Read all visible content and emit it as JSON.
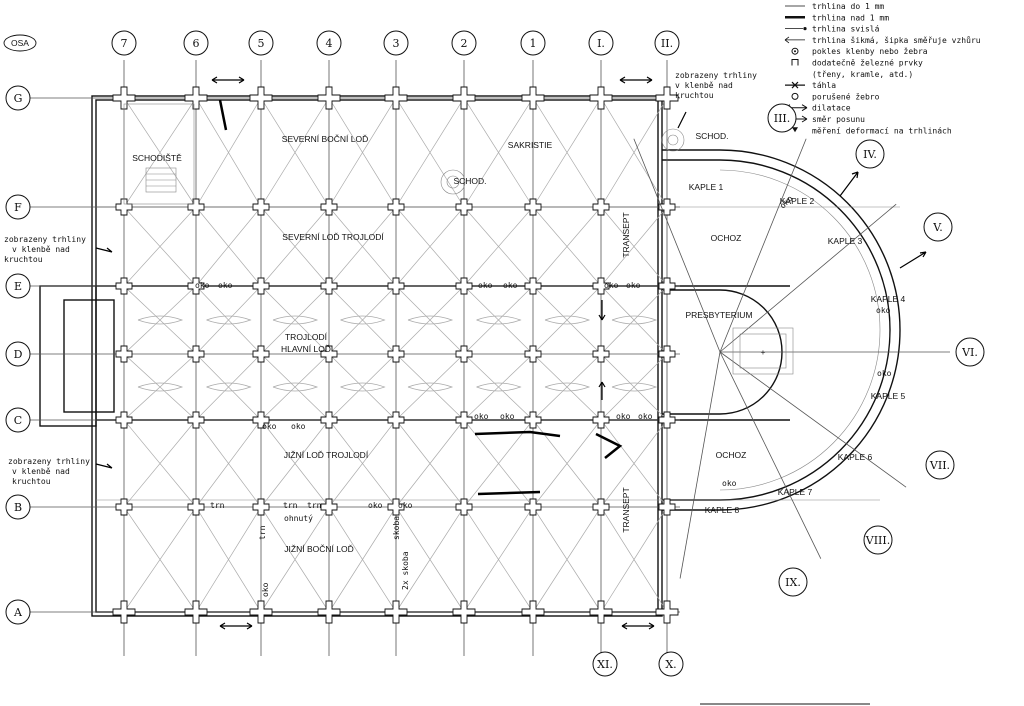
{
  "osa": "OSA",
  "legend": [
    {
      "symbol": "thin-line",
      "text": "trhlina do 1 mm"
    },
    {
      "symbol": "thick-line",
      "text": "trhlina nad 1 mm"
    },
    {
      "symbol": "dot-line",
      "text": "trhlina svislá"
    },
    {
      "symbol": "arrow-line",
      "text": "trhlina šikmá, šipka směřuje vzhůru"
    },
    {
      "symbol": "circle-dot",
      "text": "pokles klenby nebo žebra"
    },
    {
      "symbol": "bracket",
      "text": "dodatečně železné prvky"
    },
    {
      "symbol": "none",
      "text": "(třeny, kramle, atd.)"
    },
    {
      "symbol": "cross-bar",
      "text": "táhla"
    },
    {
      "symbol": "small-circle",
      "text": "porušené žebro"
    },
    {
      "symbol": "double-arrow",
      "text": "dilatace"
    },
    {
      "symbol": "single-arrow",
      "text": "směr posunu"
    },
    {
      "symbol": "triangle",
      "text": "měření deformací na trhlinách"
    }
  ],
  "column_axes": [
    "7",
    "6",
    "5",
    "4",
    "3",
    "2",
    "1",
    "I.",
    "II."
  ],
  "bottom_axes": [
    "XI.",
    "X."
  ],
  "row_axes": [
    "G",
    "F",
    "E",
    "D",
    "C",
    "B",
    "A"
  ],
  "radial_axes": [
    "III.",
    "IV.",
    "V.",
    "VI.",
    "VII.",
    "VIII.",
    "IX."
  ],
  "rooms": [
    {
      "id": "schodiste",
      "text": "SCHODIŠTĚ"
    },
    {
      "id": "severni-bocni-lod",
      "text": "SEVERNÍ BOČNÍ LOĎ"
    },
    {
      "id": "sakristie",
      "text": "SAKRISTIE"
    },
    {
      "id": "schod-1",
      "text": "SCHOD."
    },
    {
      "id": "schod-2",
      "text": "SCHOD."
    },
    {
      "id": "severni-lod-trojlodi",
      "text": "SEVERNÍ LOĎ TROJLODÍ"
    },
    {
      "id": "transept-north",
      "text": "TRANSEPT"
    },
    {
      "id": "kaple-1",
      "text": "KAPLE 1"
    },
    {
      "id": "kaple-2",
      "text": "KAPLE 2"
    },
    {
      "id": "kaple-3",
      "text": "KAPLE 3"
    },
    {
      "id": "kaple-4",
      "text": "KAPLE 4"
    },
    {
      "id": "kaple-5",
      "text": "KAPLE 5"
    },
    {
      "id": "kaple-6",
      "text": "KAPLE 6"
    },
    {
      "id": "kaple-7",
      "text": "KAPLE 7"
    },
    {
      "id": "kaple-8",
      "text": "KAPLE 8"
    },
    {
      "id": "ochoz-north",
      "text": "OCHOZ"
    },
    {
      "id": "ochoz-south",
      "text": "OCHOZ"
    },
    {
      "id": "presbyterium",
      "text": "PRESBYTERIUM"
    },
    {
      "id": "trojlodi-1",
      "text": "TROJLODÍ"
    },
    {
      "id": "trojlodi-2",
      "text": "HLAVNÍ LOĎ"
    },
    {
      "id": "jizni-lod-trojlodi",
      "text": "JIŽNÍ LOĎ TROJLODÍ"
    },
    {
      "id": "jizni-bocni-lod",
      "text": "JIŽNÍ BOČNÍ LOĎ"
    },
    {
      "id": "transept-south",
      "text": "TRANSEPT"
    }
  ],
  "notes": [
    {
      "id": "note-kruchta-nw-1",
      "text": "zobrazeny trhliny"
    },
    {
      "id": "note-kruchta-nw-2",
      "text": "v klenbě nad"
    },
    {
      "id": "note-kruchta-nw-3",
      "text": "kruchtou"
    },
    {
      "id": "note-kruchta-sw-1",
      "text": "zobrazeny trhliny"
    },
    {
      "id": "note-kruchta-sw-2",
      "text": "v klenbě nad"
    },
    {
      "id": "note-kruchta-sw-3",
      "text": "kruchtou"
    },
    {
      "id": "note-kruchta-ne-1",
      "text": "zobrazeny trhliny"
    },
    {
      "id": "note-kruchta-ne-2",
      "text": "v klenbě nad"
    },
    {
      "id": "note-kruchta-ne-3",
      "text": "kruchtou"
    },
    {
      "id": "oko-1",
      "text": "oko"
    },
    {
      "id": "oko-2",
      "text": "oko"
    },
    {
      "id": "oko-3",
      "text": "oko"
    },
    {
      "id": "oko-4",
      "text": "oko"
    },
    {
      "id": "oko-5",
      "text": "oko"
    },
    {
      "id": "oko-6",
      "text": "oko"
    },
    {
      "id": "oko-7",
      "text": "oko"
    },
    {
      "id": "oko-8",
      "text": "oko"
    },
    {
      "id": "oko-9",
      "text": "oko"
    },
    {
      "id": "oko-10",
      "text": "oko"
    },
    {
      "id": "oko-11",
      "text": "oko"
    },
    {
      "id": "oko-12",
      "text": "oko"
    },
    {
      "id": "oko-13",
      "text": "oko"
    },
    {
      "id": "oko-14",
      "text": "oko"
    },
    {
      "id": "oko-15",
      "text": "oko"
    },
    {
      "id": "oko-16",
      "text": "oko"
    },
    {
      "id": "trn-1",
      "text": "trn"
    },
    {
      "id": "trn-2",
      "text": "trn"
    },
    {
      "id": "trn-3",
      "text": "trn"
    },
    {
      "id": "trn-4",
      "text": "trn"
    },
    {
      "id": "ohnuty",
      "text": "ohnutý"
    },
    {
      "id": "skoba-1",
      "text": "skoba"
    },
    {
      "id": "skoba-2",
      "text": "2x skoba"
    },
    {
      "id": "oko-17",
      "text": "oko"
    },
    {
      "id": "oko-18",
      "text": "oko"
    },
    {
      "id": "oko-19",
      "text": "oko"
    }
  ]
}
